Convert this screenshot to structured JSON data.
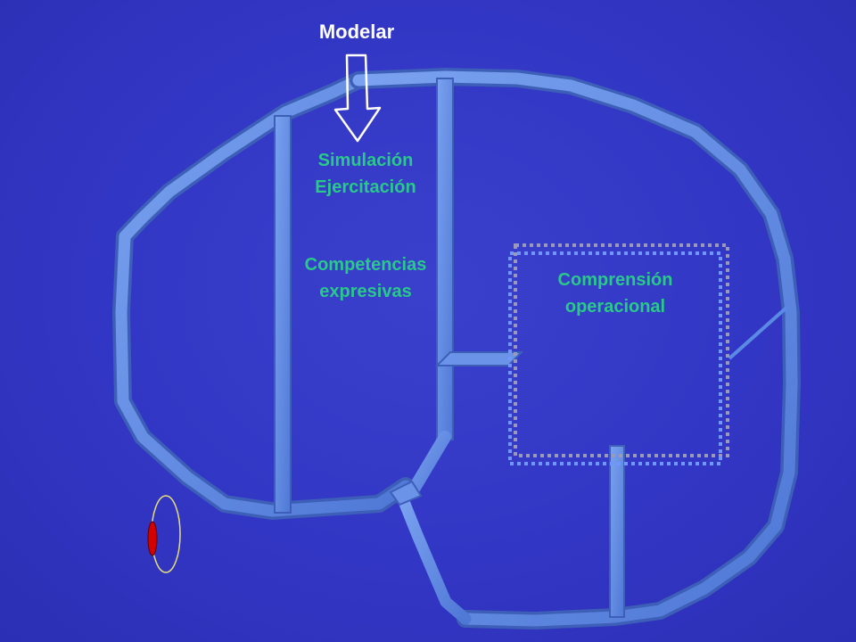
{
  "title": "Modelar",
  "labels": {
    "simulacion": "Simulación",
    "ejercitacion": "Ejercitación",
    "competencias": "Competencias",
    "expresivas": "expresivas",
    "comprension": "Comprensión",
    "operacional": "operacional"
  },
  "colors": {
    "background": "#3236c4",
    "title_text": "#ffffff",
    "label_text": "#29c98a",
    "wall": "#5b8ae4",
    "wall_shadow": "#3d5fb8",
    "arrow_outline": "#ffffff",
    "dotted_outer": "#9a9ab8",
    "dotted_inner": "#6f97ff",
    "oval_outline": "#e6e07a",
    "red_marker": "#d40000"
  },
  "icons": {
    "down_arrow": "down-arrow-icon",
    "marker": "red-marker-icon"
  }
}
